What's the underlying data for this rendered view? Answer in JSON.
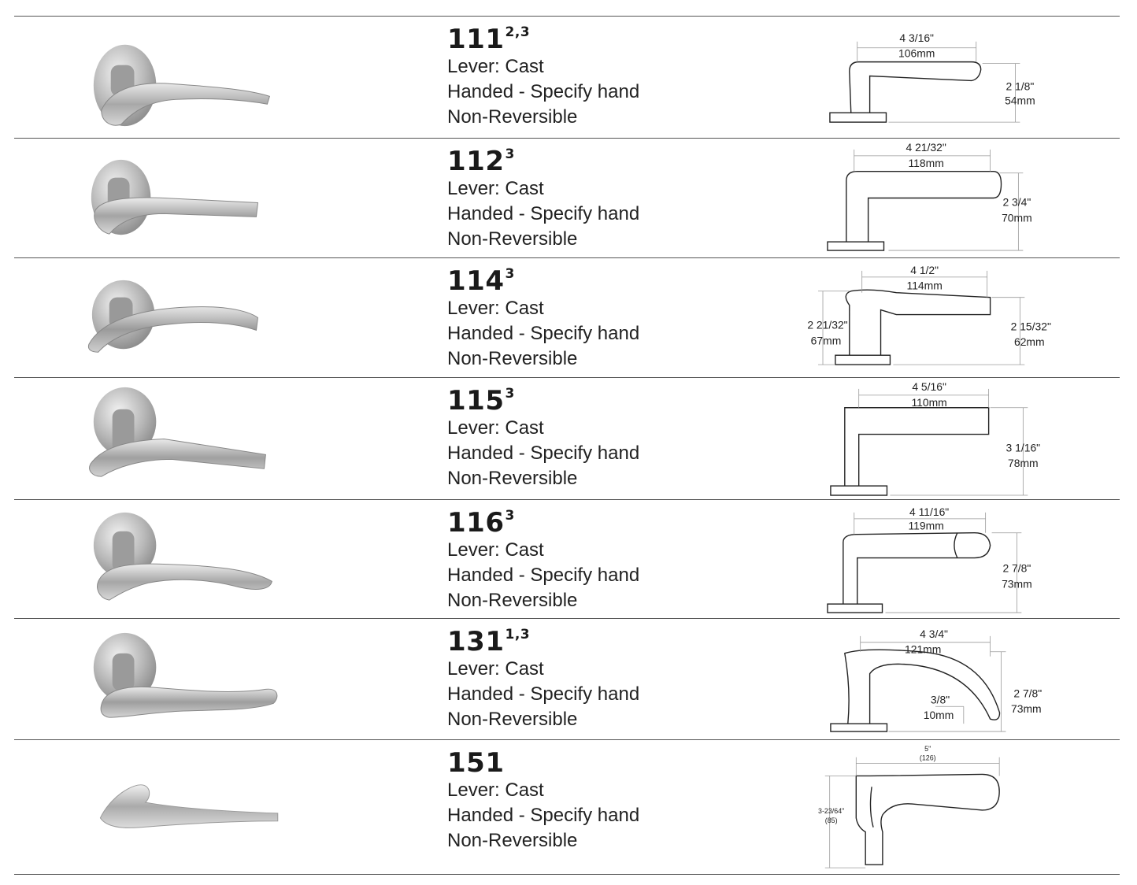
{
  "products": [
    {
      "model": "111",
      "superscript": "2,3",
      "lines": [
        "Lever:  Cast",
        "Handed - Specify hand",
        "Non-Reversible"
      ],
      "dims": [
        {
          "imperial": "4 3/16\"",
          "metric": "106mm"
        },
        {
          "imperial": "2 1/8\"",
          "metric": "54mm"
        }
      ]
    },
    {
      "model": "112",
      "superscript": "3",
      "lines": [
        "Lever:  Cast",
        "Handed - Specify hand",
        "Non-Reversible"
      ],
      "dims": [
        {
          "imperial": "4 21/32\"",
          "metric": "118mm"
        },
        {
          "imperial": "2 3/4\"",
          "metric": "70mm"
        }
      ]
    },
    {
      "model": "114",
      "superscript": "3",
      "lines": [
        "Lever:  Cast",
        "Handed - Specify hand",
        "Non-Reversible"
      ],
      "dims": [
        {
          "imperial": "4 1/2\"",
          "metric": "114mm"
        },
        {
          "imperial": "2 21/32\"",
          "metric": "67mm"
        },
        {
          "imperial": "2 15/32\"",
          "metric": "62mm"
        }
      ]
    },
    {
      "model": "115",
      "superscript": "3",
      "lines": [
        "Lever:  Cast",
        "Handed - Specify hand",
        "Non-Reversible"
      ],
      "dims": [
        {
          "imperial": "4 5/16\"",
          "metric": "110mm"
        },
        {
          "imperial": "3 1/16\"",
          "metric": "78mm"
        }
      ]
    },
    {
      "model": "116",
      "superscript": "3",
      "lines": [
        "Lever:  Cast",
        "Handed - Specify hand",
        "Non-Reversible"
      ],
      "dims": [
        {
          "imperial": "4 11/16\"",
          "metric": "119mm"
        },
        {
          "imperial": "2 7/8\"",
          "metric": "73mm"
        }
      ]
    },
    {
      "model": "131",
      "superscript": "1,3",
      "lines": [
        "Lever:  Cast",
        "Handed - Specify hand",
        "Non-Reversible"
      ],
      "dims": [
        {
          "imperial": "4 3/4\"",
          "metric": "121mm"
        },
        {
          "imperial": "2 7/8\"",
          "metric": "73mm"
        },
        {
          "imperial": "3/8\"",
          "metric": "10mm"
        }
      ]
    },
    {
      "model": "151",
      "superscript": "",
      "lines": [
        "Lever:  Cast",
        "Handed - Specify hand",
        "Non-Reversible"
      ],
      "dims": [
        {
          "imperial": "5\"",
          "metric": "(126)"
        },
        {
          "imperial": "3-23/64\"",
          "metric": "(85)"
        }
      ]
    }
  ]
}
